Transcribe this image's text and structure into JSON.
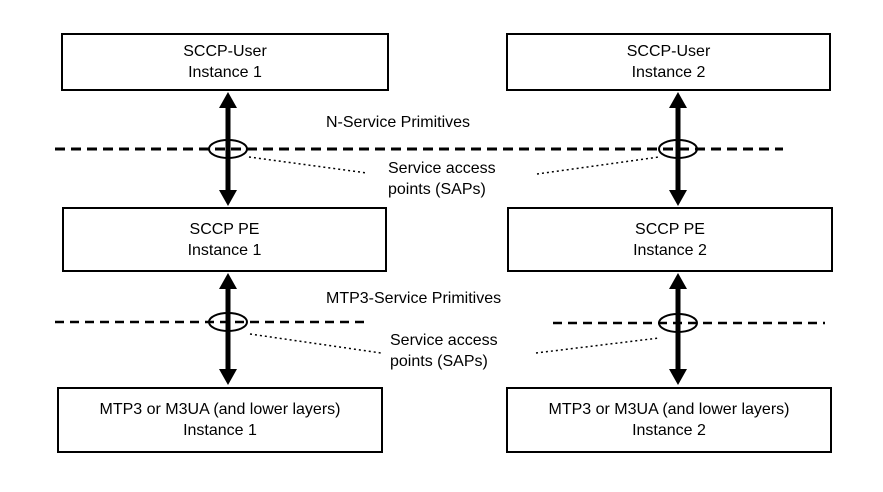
{
  "diagram": {
    "background": "#ffffff",
    "line_color": "#000000",
    "columns": [
      {
        "sccp_user": {
          "title": "SCCP-User",
          "instance": "Instance 1"
        },
        "sccp_pe": {
          "title": "SCCP PE",
          "instance": "Instance 1"
        },
        "mtp3": {
          "title": "MTP3 or M3UA (and lower layers)",
          "instance": "Instance 1"
        }
      },
      {
        "sccp_user": {
          "title": "SCCP-User",
          "instance": "Instance 2"
        },
        "sccp_pe": {
          "title": "SCCP PE",
          "instance": "Instance 2"
        },
        "mtp3": {
          "title": "MTP3 or M3UA (and lower layers)",
          "instance": "Instance 2"
        }
      }
    ],
    "labels": {
      "n_service_primitives": "N-Service Primitives",
      "mtp3_service_primitives": "MTP3-Service Primitives",
      "sap_top": {
        "line1": "Service access",
        "line2": "points (SAPs)"
      },
      "sap_bottom": {
        "line1": "Service access",
        "line2": "points (SAPs)"
      }
    }
  }
}
